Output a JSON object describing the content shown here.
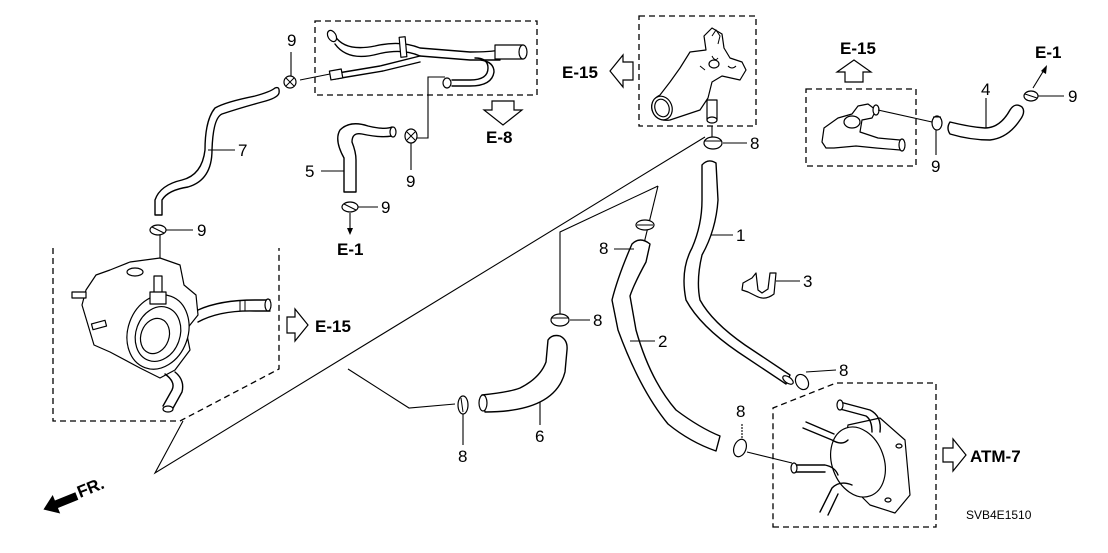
{
  "diagram": {
    "title": "Water hose / ATF cooler exploded parts diagram",
    "diagram_code": "SVB4E1510",
    "front_indicator": "FR.",
    "callouts": [
      {
        "id": "c1",
        "label": "1",
        "part": "water hose"
      },
      {
        "id": "c2",
        "label": "2",
        "part": "water hose"
      },
      {
        "id": "c3",
        "label": "3",
        "part": "hose clip"
      },
      {
        "id": "c4",
        "label": "4",
        "part": "water hose"
      },
      {
        "id": "c5",
        "label": "5",
        "part": "water hose"
      },
      {
        "id": "c6",
        "label": "6",
        "part": "water hose"
      },
      {
        "id": "c7",
        "label": "7",
        "part": "water hose"
      },
      {
        "id": "c8a",
        "label": "8",
        "part": "hose clamp"
      },
      {
        "id": "c8b",
        "label": "8",
        "part": "hose clamp"
      },
      {
        "id": "c8c",
        "label": "8",
        "part": "hose clamp"
      },
      {
        "id": "c8d",
        "label": "8",
        "part": "hose clamp"
      },
      {
        "id": "c8e",
        "label": "8",
        "part": "hose clamp"
      },
      {
        "id": "c8f",
        "label": "8",
        "part": "hose clamp"
      },
      {
        "id": "c9a",
        "label": "9",
        "part": "hose clamp"
      },
      {
        "id": "c9b",
        "label": "9",
        "part": "hose clamp"
      },
      {
        "id": "c9c",
        "label": "9",
        "part": "hose clamp"
      },
      {
        "id": "c9d",
        "label": "9",
        "part": "hose clamp"
      },
      {
        "id": "c9e",
        "label": "9",
        "part": "hose clamp"
      },
      {
        "id": "c9f",
        "label": "9",
        "part": "hose clamp"
      }
    ],
    "references": {
      "pipe_to": "E-8",
      "thermostat_to": "E-15",
      "right_housing_to": "E-15",
      "hose4_to": "E-1",
      "hose5_to": "E-1",
      "throttle_body_to": "E-15",
      "atf_cooler_to": "ATM-7"
    }
  }
}
